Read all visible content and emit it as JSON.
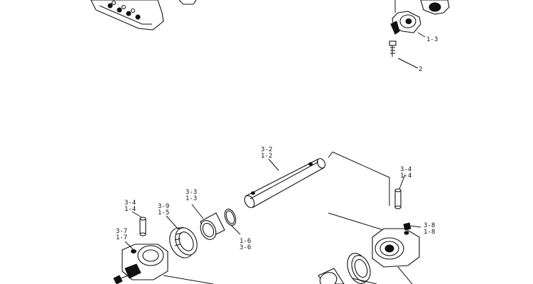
{
  "callouts": {
    "c_1_3": "1-3",
    "c_2": "2",
    "c_3_2": "3-2",
    "c_1_2": "1-2",
    "c_3_3": "3-3",
    "c_1_3b": "1-3",
    "c_3_9": "3-9",
    "c_1_5": "1-5",
    "c_3_4a": "3-4",
    "c_1_4a": "1-4",
    "c_3_7": "3-7",
    "c_1_7": "1-7",
    "c_1_6": "1-6",
    "c_3_6": "3-6",
    "c_3_4b": "3-4",
    "c_1_4b": "1-4",
    "c_3_8": "3-8",
    "c_1_8": "1-8"
  }
}
